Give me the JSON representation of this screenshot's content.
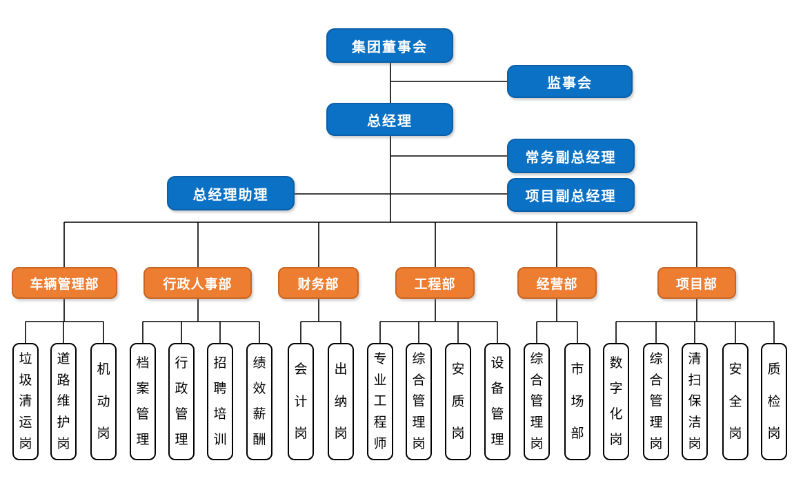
{
  "colors": {
    "node_blue": "#0b71c4",
    "node_blue_border": "#0a5fa6",
    "node_orange": "#ed7d31",
    "node_orange_border": "#ca6522",
    "leaf_border": "#000000",
    "line": "#000000",
    "background": "#ffffff"
  },
  "org": {
    "top": {
      "board": "集团董事会",
      "supervisory": "监事会",
      "general_manager": "总经理",
      "executive_deputy_gm": "常务副总经理",
      "gm_assistant": "总经理助理",
      "project_deputy_gm": "项目副总经理"
    },
    "departments": [
      {
        "label": "车辆管理部",
        "positions": [
          "垃圾清运岗",
          "道路维护岗",
          "机动岗"
        ]
      },
      {
        "label": "行政人事部",
        "positions": [
          "档案管理",
          "行政管理",
          "招聘培训",
          "绩效薪酬"
        ]
      },
      {
        "label": "财务部",
        "positions": [
          "会计岗",
          "出纳岗"
        ]
      },
      {
        "label": "工程部",
        "positions": [
          "专业工程师",
          "综合管理岗",
          "安质岗",
          "设备管理"
        ]
      },
      {
        "label": "经营部",
        "positions": [
          "综合管理岗",
          "市场部"
        ]
      },
      {
        "label": "项目部",
        "positions": [
          "数字化岗",
          "综合管理岗",
          "清扫保洁岗",
          "安全岗",
          "质检岗"
        ]
      }
    ]
  }
}
